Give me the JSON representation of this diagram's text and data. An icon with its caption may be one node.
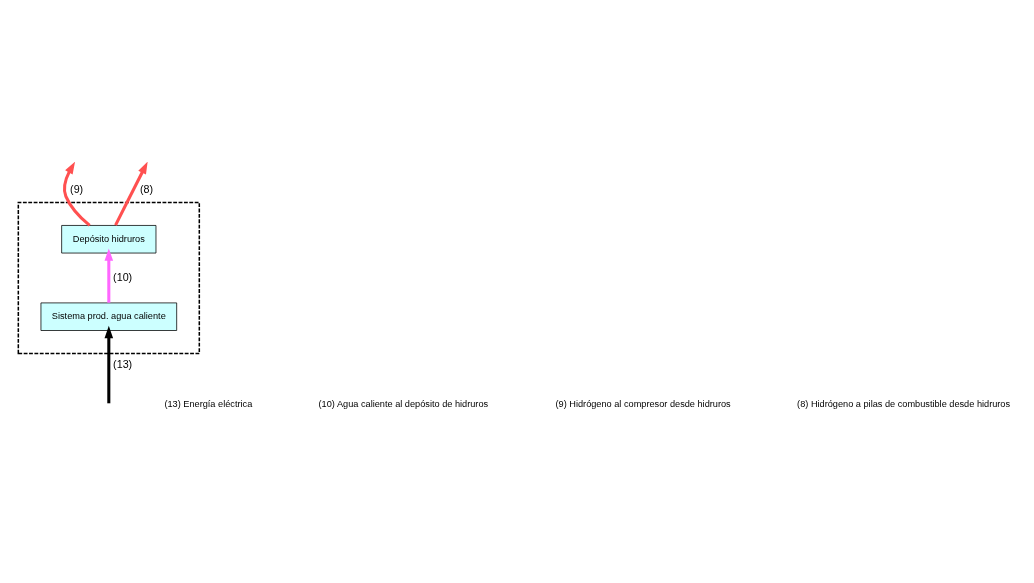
{
  "diagram": {
    "nodes": [
      {
        "text": [],
        "shape": "box"
      },
      {
        "text": [
          "Sistema prod. agua caliente"
        ],
        "in": 0
      },
      {
        "text": [
          "Depósito hidruros"
        ],
        "in": 0
      }
    ],
    "edges": [
      {
        "from": null,
        "to": 1,
        "arrow": "to",
        "label": "(13)",
        "color": "#000000"
      },
      {
        "from": 1,
        "to": 2,
        "arrow": "to",
        "label": "(10)",
        "color": "#ff66ff"
      },
      {
        "from": 2,
        "to": null,
        "arrow": "to",
        "label": "(9)",
        "color": "#ff5050"
      },
      {
        "from": 2,
        "to": null,
        "arrow": "to",
        "label": "(8)",
        "color": "#ff5050"
      }
    ],
    "labels": [
      "(8) Hidrógeno a pilas de combustible desde hidruros",
      "(9) Hidrógeno al compresor desde hidruros",
      "(10) Agua caliente al depósito de hidruros",
      "(13) Energía eléctrica"
    ]
  }
}
